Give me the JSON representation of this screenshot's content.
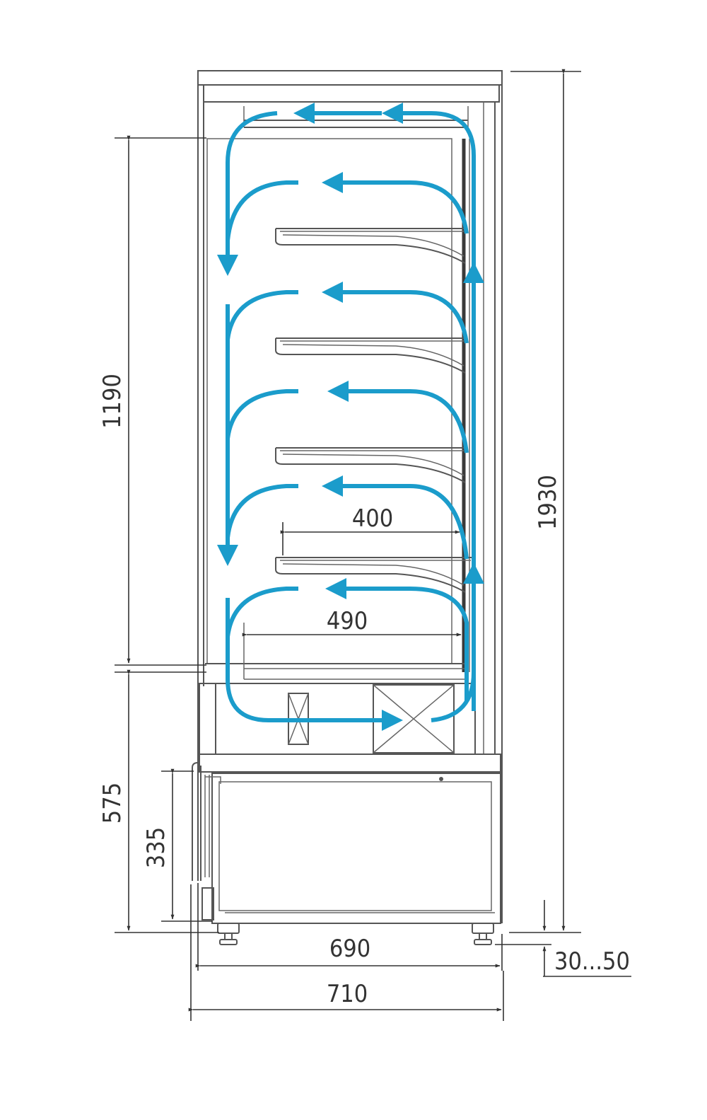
{
  "dimensions": {
    "total_height": "1930",
    "display_height": "1190",
    "base_height": "575",
    "lower_panel_height": "335",
    "inner_width": "690",
    "outer_width": "710",
    "shelf_depth": "400",
    "bottom_depth": "490",
    "foot_adjust": "30...50"
  },
  "colors": {
    "line": "#555555",
    "airflow": "#1b9ccb",
    "dimension": "#333333"
  }
}
